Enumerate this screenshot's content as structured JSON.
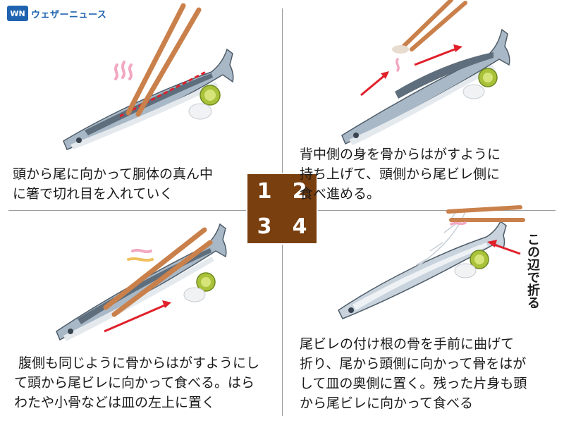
{
  "brand": {
    "logo_mark_text": "WN",
    "name": "ウェザーニュース",
    "color": "#1f63b0"
  },
  "steps": {
    "labels": [
      "1",
      "2",
      "3",
      "4"
    ],
    "box_color": "#7a3f0e"
  },
  "panels": [
    {
      "step": "1",
      "caption_lines": [
        "頭から尾に向かって胴体の真ん中",
        "に箸で切れ目を入れていく"
      ]
    },
    {
      "step": "2",
      "caption_lines": [
        "背中側の身を骨からはがすように",
        "持ち上げて、頭側から尾ビレ側に",
        "食べ進める。"
      ]
    },
    {
      "step": "3",
      "caption_lines": [
        " 腹側も同じように骨からはがすようにし",
        "て頭から尾ビレに向かって食べる。はら",
        "わたや小骨などは皿の左上に置く"
      ]
    },
    {
      "step": "4",
      "caption_lines": [
        "尾ビレの付け根の骨を手前に曲げて",
        "折り、尾から頭側に向かって骨をはが",
        "して皿の奥側に置く。残った片身も頭",
        "から尾ビレに向かって食べる"
      ]
    }
  ],
  "fold_label": "この辺で折る",
  "colors": {
    "fish_body": "#a9b8c6",
    "fish_back": "#5e6e7c",
    "fish_belly": "#e4e9ee",
    "chopstick": "#c9804a",
    "arrow": "#e0202a",
    "lime": "#a9c23a",
    "radish": "#f0f2f4",
    "steam": "#f2a8c0",
    "divider": "#9a9a9a"
  },
  "icons": [
    "steam-icon",
    "chopsticks-icon",
    "arrow-icon",
    "fish-illustration",
    "lime-illustration",
    "radish-illustration"
  ]
}
